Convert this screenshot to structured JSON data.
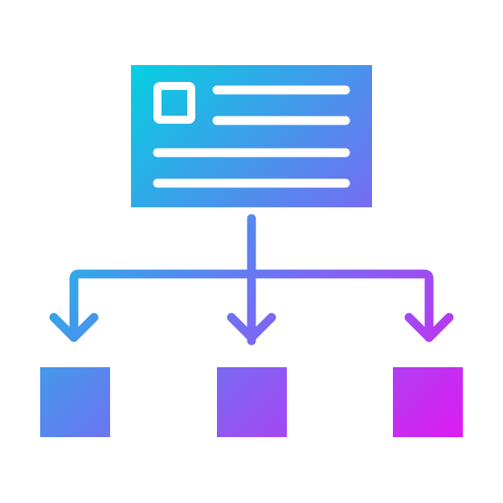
{
  "icon": {
    "name": "hierarchy-flow-icon",
    "colors": {
      "gradient_start": "#00D4E0",
      "gradient_mid": "#6F72F2",
      "gradient_end": "#FF00F2"
    },
    "parts": {
      "top_card": "document-card",
      "branches": 3,
      "child_nodes": 3
    }
  }
}
